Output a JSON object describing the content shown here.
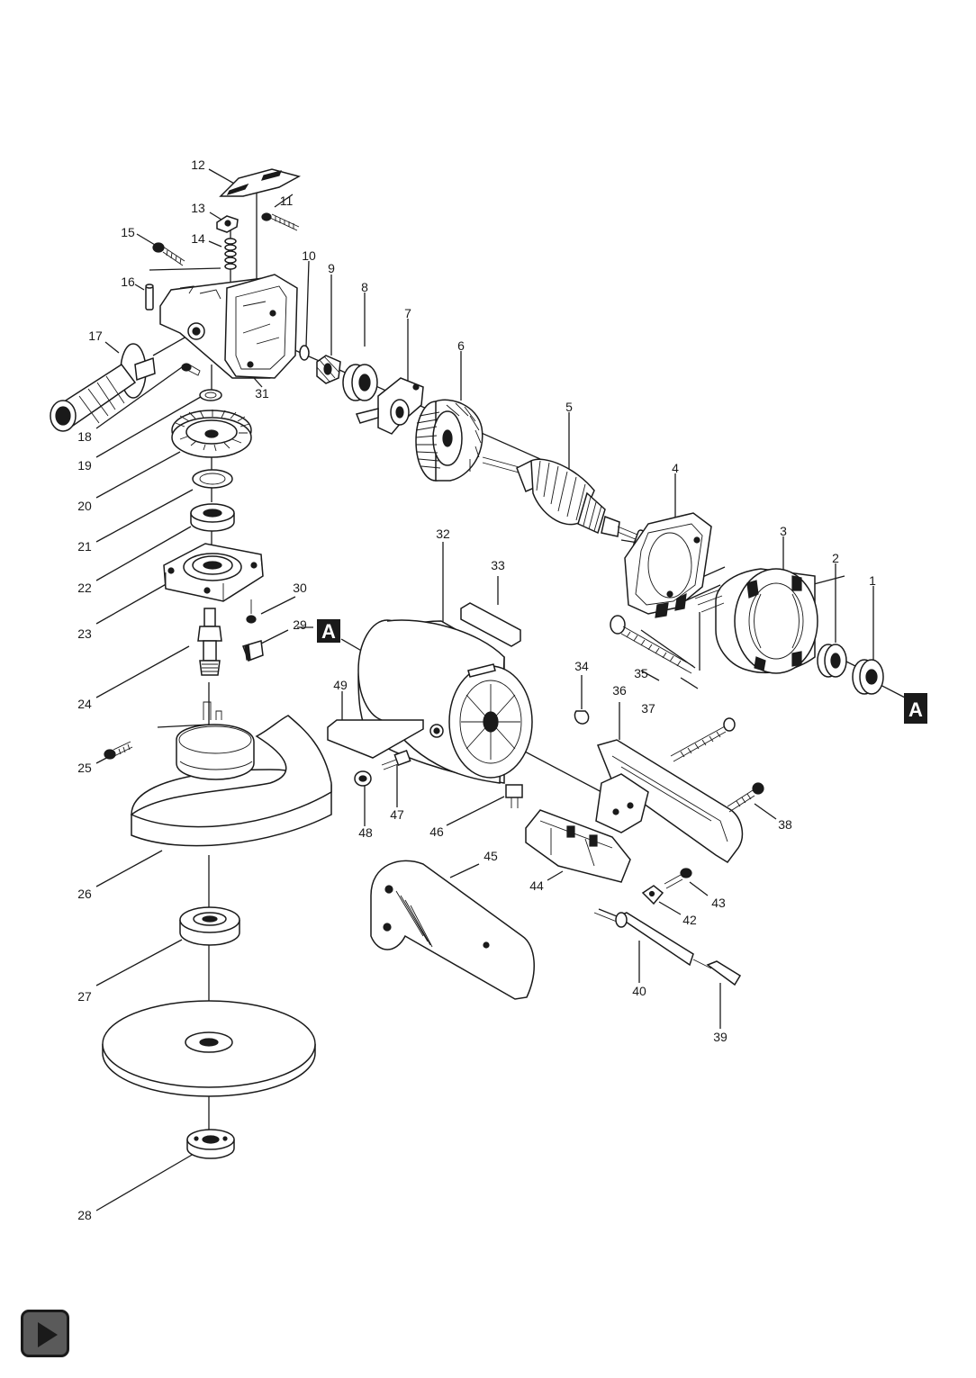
{
  "diagram": {
    "marker_letter": "A",
    "part_numbers": [
      "1",
      "2",
      "3",
      "4",
      "5",
      "6",
      "7",
      "8",
      "9",
      "10",
      "11",
      "12",
      "13",
      "14",
      "15",
      "16",
      "17",
      "18",
      "19",
      "20",
      "21",
      "22",
      "23",
      "24",
      "25",
      "26",
      "27",
      "28",
      "29",
      "30",
      "31",
      "32",
      "33",
      "34",
      "35",
      "36",
      "37",
      "38",
      "39",
      "40",
      "42",
      "43",
      "44",
      "45",
      "46",
      "47",
      "48",
      "49"
    ]
  },
  "icons": {
    "play": "play-icon"
  },
  "colors": {
    "line": "#1a1a1a",
    "button_fill": "#5a5a5a",
    "background": "#ffffff"
  }
}
